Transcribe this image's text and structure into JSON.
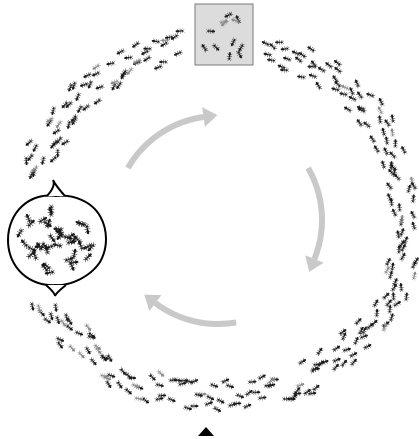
{
  "colors": {
    "ant_dark": "#1a1a1a",
    "ant_gray": "#8a8a8a",
    "food_fill": "#dcdcdc",
    "food_stroke": "#7a7a7a",
    "arrow": "#c9c9c9",
    "nest_stroke": "#000000"
  },
  "icons": {
    "food_source": "gray-square",
    "nest": "circular-nest-with-notches",
    "flow_direction": "clockwise-arrows",
    "scroll_hint": "up-triangle"
  },
  "ants": {
    "ring_trail_count": 330,
    "nest_count": 42,
    "food_count": 12
  }
}
